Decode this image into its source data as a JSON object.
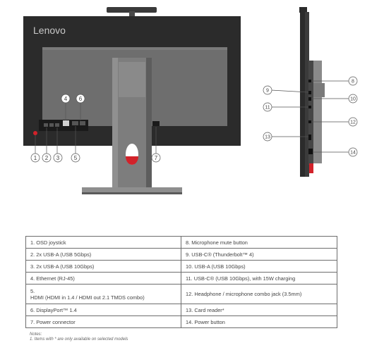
{
  "brand": "Lenovo",
  "callouts": {
    "front": [
      "1",
      "2",
      "3",
      "4",
      "5",
      "6",
      "7"
    ],
    "side": [
      "8",
      "9",
      "10",
      "11",
      "12",
      "13",
      "14"
    ]
  },
  "colors": {
    "chassis": "#2b2b2b",
    "back_panel": "#6e6e6e",
    "stand": "#7d7d7d",
    "accent_red": "#d2222a",
    "border": "#6d6d6d"
  },
  "table": {
    "rows": [
      {
        "left": "1.   OSD joystick",
        "right": "8.   Microphone mute button"
      },
      {
        "left": "2.   2x USB-A (USB 5Gbps)",
        "right": "9.   USB-C® (Thunderbolt™ 4)"
      },
      {
        "left": "3.   2x USB-A (USB 10Gbps)",
        "right": "10. USB-A (USB 10Gbps)"
      },
      {
        "left": "4.   Ethernet (RJ-45)",
        "right": "11.  USB-C® (USB 10Gbps), with 15W charging"
      },
      {
        "left": "5.\nHDMI (HDMI in 1.4 / HDMI out 2.1 TMDS combo)",
        "right": "12. Headphone / microphone combo jack (3.5mm)"
      },
      {
        "left": "6.   DisplayPort™ 1.4",
        "right": "13. Card reader*"
      },
      {
        "left": "7.   Power connector",
        "right": "14. Power button"
      }
    ]
  },
  "notes": {
    "heading": "Notes:",
    "line1": "1. Items with * are only available on selected models"
  }
}
